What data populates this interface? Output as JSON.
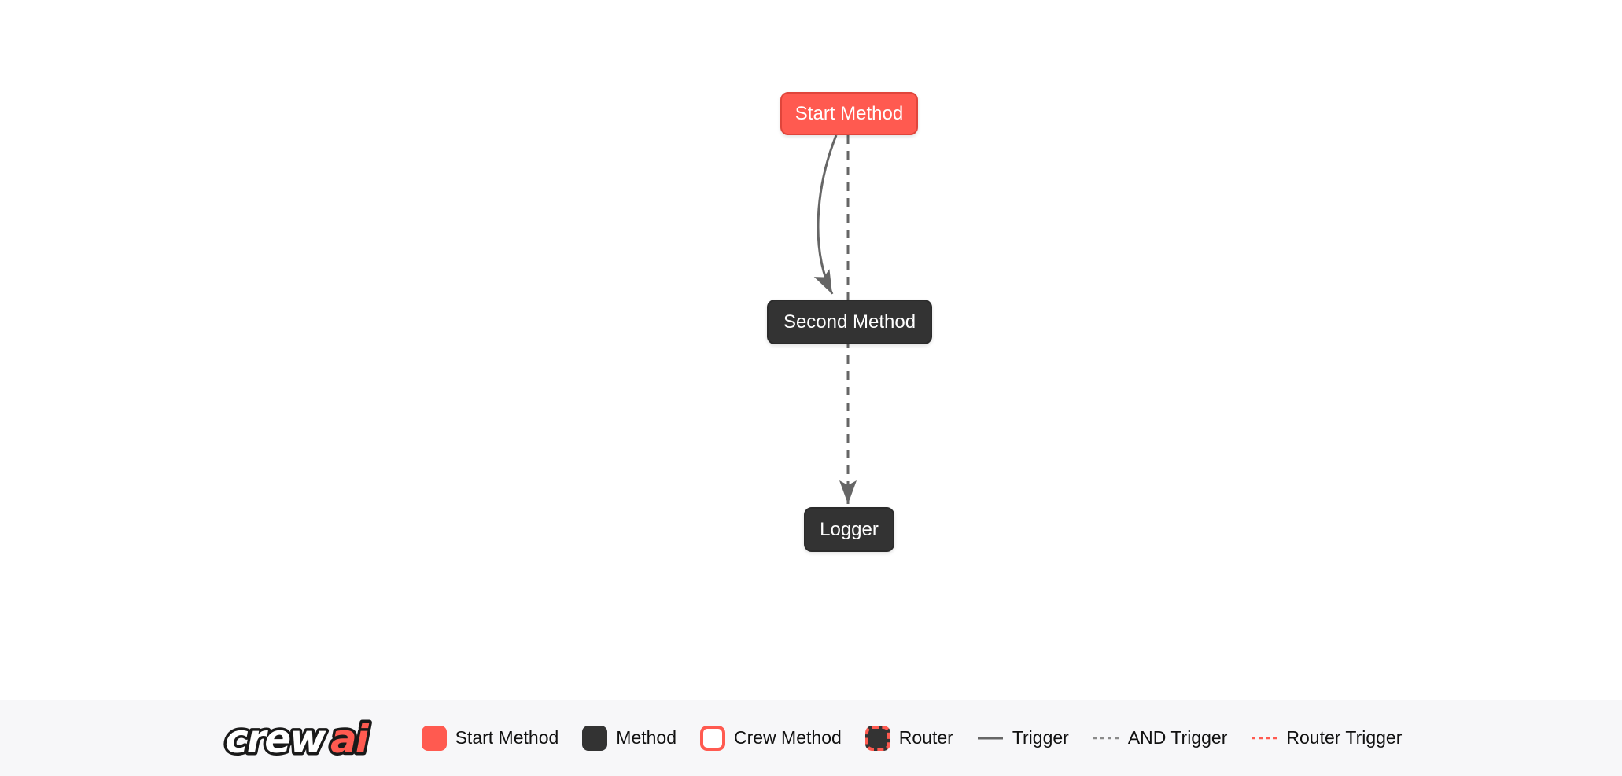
{
  "page": {
    "background": "#ffffff",
    "kind": "crewai-flow-plot"
  },
  "colors": {
    "accent_red": "#FF5A50",
    "accent_red_border": "#E0453B",
    "node_dark": "#333333",
    "edge_gray": "#666666",
    "and_trigger_gray": "#8A8A8A",
    "legend_bar_bg": "#F7F7F9",
    "node_text": "#FFFFFF",
    "legend_text": "#111111"
  },
  "diagram": {
    "nodes": [
      {
        "id": "start_method",
        "label": "Start Method",
        "type": "start-method"
      },
      {
        "id": "second_method",
        "label": "Second Method",
        "type": "method"
      },
      {
        "id": "logger",
        "label": "Logger",
        "type": "method"
      }
    ],
    "edges": [
      {
        "from": "start_method",
        "to": "second_method",
        "type": "trigger",
        "line": "solid-curved-arrow"
      },
      {
        "from": "start_method",
        "to": "logger",
        "type": "and-trigger",
        "line": "dashed-straight-arrow"
      }
    ]
  },
  "legend": {
    "logo": {
      "part1": "crew",
      "part2": "ai"
    },
    "items": [
      {
        "label": "Start Method",
        "swatch": "start-node-square"
      },
      {
        "label": "Method",
        "swatch": "method-node-square"
      },
      {
        "label": "Crew Method",
        "swatch": "crew-method-square"
      },
      {
        "label": "Router",
        "swatch": "router-square"
      },
      {
        "label": "Trigger",
        "swatch": "solid-gray-line"
      },
      {
        "label": "AND Trigger",
        "swatch": "dashed-gray-line"
      },
      {
        "label": "Router Trigger",
        "swatch": "dashed-red-line"
      }
    ]
  }
}
